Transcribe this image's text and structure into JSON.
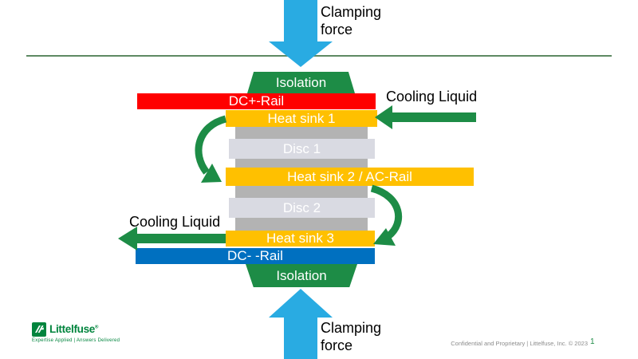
{
  "colors": {
    "cyan_arrow": "#29ABE2",
    "green": "#1D8C46",
    "rule_green": "#5E8A63",
    "red_rail": "#FF0000",
    "heat_sink_yellow": "#FFC000",
    "disc_gray": "#D9DAE2",
    "column_gray": "#B3B3B3",
    "blue_rail": "#0070C0",
    "brand_green": "#00843D",
    "footer_gray": "#8C8C8C"
  },
  "annotations": {
    "clamping_force_top": "Clamping force",
    "clamping_force_bottom": "Clamping force",
    "cooling_liquid_in": "Cooling Liquid",
    "cooling_liquid_out": "Cooling Liquid"
  },
  "stack": {
    "isolation_top": "Isolation",
    "dc_plus_rail": "DC+-Rail",
    "heat_sink_1": "Heat sink 1",
    "disc_1": "Disc 1",
    "heat_sink_2_ac_rail": "Heat sink 2 / AC-Rail",
    "disc_2": "Disc 2",
    "heat_sink_3": "Heat sink 3",
    "dc_minus_rail": "DC- -Rail",
    "isolation_bottom": "Isolation"
  },
  "logo": {
    "name": "Littelfuse",
    "registered": "®",
    "tagline": "Expertise Applied  |  Answers Delivered"
  },
  "footer": {
    "confidentiality": "Confidential and Proprietary | Littelfuse, Inc. © 2023",
    "page_number": "1"
  }
}
